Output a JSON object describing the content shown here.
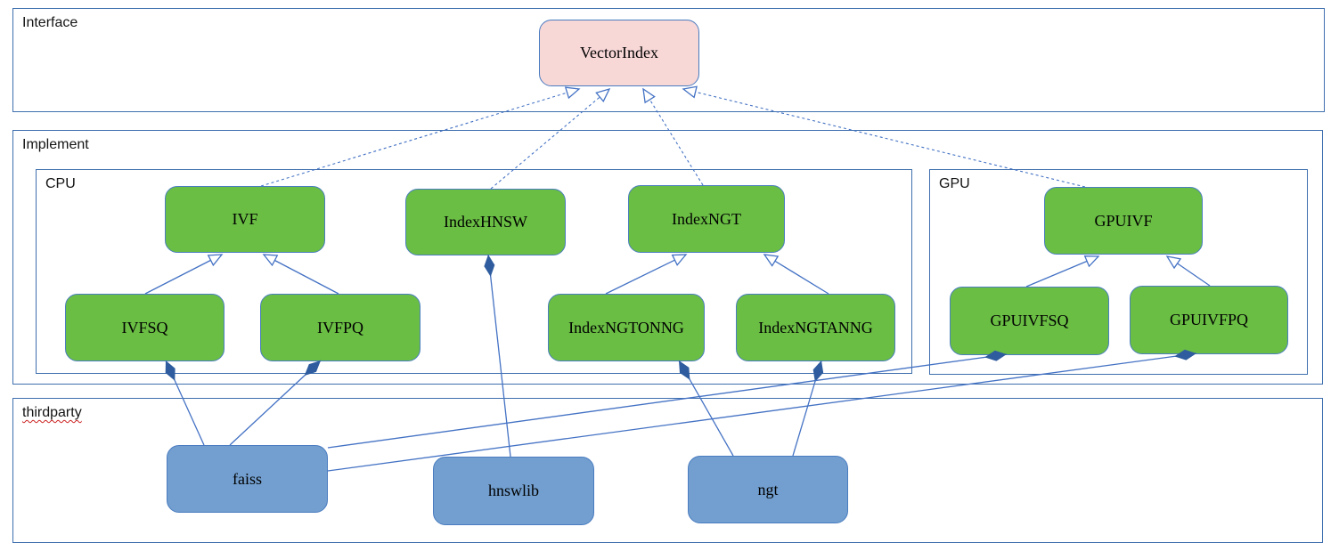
{
  "diagram": {
    "containers": {
      "interface": {
        "label": "Interface"
      },
      "implement": {
        "label": "Implement"
      },
      "cpu": {
        "label": "CPU"
      },
      "gpu": {
        "label": "GPU"
      },
      "thirdparty": {
        "label": "thirdparty"
      }
    },
    "nodes": {
      "vectorindex": {
        "label": "VectorIndex",
        "kind": "interface",
        "container": "interface",
        "fill": "#f8d7d7"
      },
      "ivf": {
        "label": "IVF",
        "kind": "class",
        "container": "cpu",
        "fill": "#6abe44"
      },
      "indexhnsw": {
        "label": "IndexHNSW",
        "kind": "class",
        "container": "cpu",
        "fill": "#6abe44"
      },
      "indexngt": {
        "label": "IndexNGT",
        "kind": "class",
        "container": "cpu",
        "fill": "#6abe44"
      },
      "ivfsq": {
        "label": "IVFSQ",
        "kind": "class",
        "container": "cpu",
        "fill": "#6abe44"
      },
      "ivfpq": {
        "label": "IVFPQ",
        "kind": "class",
        "container": "cpu",
        "fill": "#6abe44"
      },
      "indexngtonng": {
        "label": "IndexNGTONNG",
        "kind": "class",
        "container": "cpu",
        "fill": "#6abe44"
      },
      "indexngtanng": {
        "label": "IndexNGTANNG",
        "kind": "class",
        "container": "cpu",
        "fill": "#6abe44"
      },
      "gpuivf": {
        "label": "GPUIVF",
        "kind": "class",
        "container": "gpu",
        "fill": "#6abe44"
      },
      "gpuivfsq": {
        "label": "GPUIVFSQ",
        "kind": "class",
        "container": "gpu",
        "fill": "#6abe44"
      },
      "gpuivfpq": {
        "label": "GPUIVFPQ",
        "kind": "class",
        "container": "gpu",
        "fill": "#6abe44"
      },
      "faiss": {
        "label": "faiss",
        "kind": "library",
        "container": "thirdparty",
        "fill": "#729fcf"
      },
      "hnswlib": {
        "label": "hnswlib",
        "kind": "library",
        "container": "thirdparty",
        "fill": "#729fcf"
      },
      "ngt": {
        "label": "ngt",
        "kind": "library",
        "container": "thirdparty",
        "fill": "#729fcf"
      }
    },
    "edges": [
      {
        "from": "IVF",
        "to": "VectorIndex",
        "type": "realization"
      },
      {
        "from": "IndexHNSW",
        "to": "VectorIndex",
        "type": "realization"
      },
      {
        "from": "IndexNGT",
        "to": "VectorIndex",
        "type": "realization"
      },
      {
        "from": "GPUIVF",
        "to": "VectorIndex",
        "type": "realization"
      },
      {
        "from": "IVFSQ",
        "to": "IVF",
        "type": "inheritance"
      },
      {
        "from": "IVFPQ",
        "to": "IVF",
        "type": "inheritance"
      },
      {
        "from": "IndexNGTONNG",
        "to": "IndexNGT",
        "type": "inheritance"
      },
      {
        "from": "IndexNGTANNG",
        "to": "IndexNGT",
        "type": "inheritance"
      },
      {
        "from": "GPUIVFSQ",
        "to": "GPUIVF",
        "type": "inheritance"
      },
      {
        "from": "GPUIVFPQ",
        "to": "GPUIVF",
        "type": "inheritance"
      },
      {
        "from": "IVFSQ",
        "to": "faiss",
        "type": "composition",
        "diamond_at": "IVFSQ"
      },
      {
        "from": "IVFPQ",
        "to": "faiss",
        "type": "composition",
        "diamond_at": "IVFPQ"
      },
      {
        "from": "IndexHNSW",
        "to": "hnswlib",
        "type": "composition",
        "diamond_at": "IndexHNSW"
      },
      {
        "from": "IndexNGTONNG",
        "to": "ngt",
        "type": "composition",
        "diamond_at": "IndexNGTONNG"
      },
      {
        "from": "IndexNGTANNG",
        "to": "ngt",
        "type": "composition",
        "diamond_at": "IndexNGTANNG"
      },
      {
        "from": "GPUIVFSQ",
        "to": "faiss",
        "type": "composition",
        "diamond_at": "GPUIVFSQ"
      },
      {
        "from": "GPUIVFPQ",
        "to": "faiss",
        "type": "composition",
        "diamond_at": "GPUIVFPQ"
      }
    ],
    "colors": {
      "interface_fill": "#f8d7d7",
      "class_fill": "#6abe44",
      "library_fill": "#729fcf",
      "container_border": "#3f6fae",
      "connector": "#4472c4",
      "diamond": "#2e5c9e"
    }
  }
}
